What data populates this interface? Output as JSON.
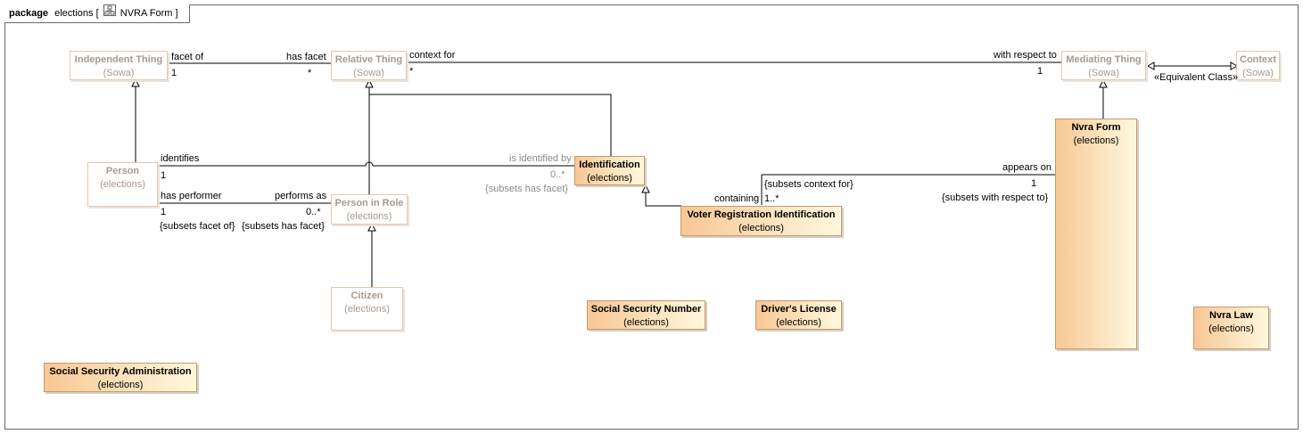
{
  "header": {
    "keyword": "package",
    "package_name": "elections [",
    "diagram_name": "NVRA Form ]",
    "diagram_icon": "class-diagram-icon"
  },
  "classes": {
    "independent_thing": {
      "name": "Independent Thing",
      "stereo": "(Sowa)"
    },
    "relative_thing": {
      "name": "Relative Thing",
      "stereo": "(Sowa)"
    },
    "mediating_thing": {
      "name": "Mediating Thing",
      "stereo": "(Sowa)"
    },
    "context": {
      "name": "Context",
      "stereo": "(Sowa)"
    },
    "person": {
      "name": "Person",
      "stereo": "(elections)"
    },
    "person_in_role": {
      "name": "Person in Role",
      "stereo": "(elections)"
    },
    "citizen": {
      "name": "Citizen",
      "stereo": "(elections)"
    },
    "identification": {
      "name": "Identification",
      "stereo": "(elections)"
    },
    "voter_registration_identification": {
      "name": "Voter Registration Identification",
      "stereo": "(elections)"
    },
    "nvra_form": {
      "name": "Nvra Form",
      "stereo": "(elections)"
    },
    "social_security_number": {
      "name": "Social Security Number",
      "stereo": "(elections)"
    },
    "drivers_license": {
      "name": "Driver's License",
      "stereo": "(elections)"
    },
    "nvra_law": {
      "name": "Nvra Law",
      "stereo": "(elections)"
    },
    "social_security_administration": {
      "name": "Social Security Administration",
      "stereo": "(elections)"
    }
  },
  "labels": {
    "facet_of": "facet of",
    "facet_of_mult": "1",
    "has_facet": "has facet",
    "has_facet_mult": "*",
    "context_for": "context for",
    "context_for_mult": "*",
    "with_respect_to": "with respect to",
    "with_respect_to_mult": "1",
    "equivalent_class": "«Equivalent Class»",
    "identifies": "identifies",
    "identifies_mult": "1",
    "is_identified_by": "is identified by",
    "is_identified_by_mult": "0..*",
    "subsets_has_facet_ident": "{subsets has facet}",
    "has_performer": "has performer",
    "has_performer_mult": "1",
    "subsets_facet_of": "{subsets facet of}",
    "performs_as": "performs as",
    "performs_as_mult": "0..*",
    "subsets_has_facet_role": "{subsets has facet}",
    "subsets_context_for": "{subsets context for}",
    "containing": "containing",
    "containing_mult": "1..*",
    "appears_on": "appears on",
    "appears_on_mult": "1",
    "subsets_with_respect_to": "{subsets with respect to}"
  }
}
